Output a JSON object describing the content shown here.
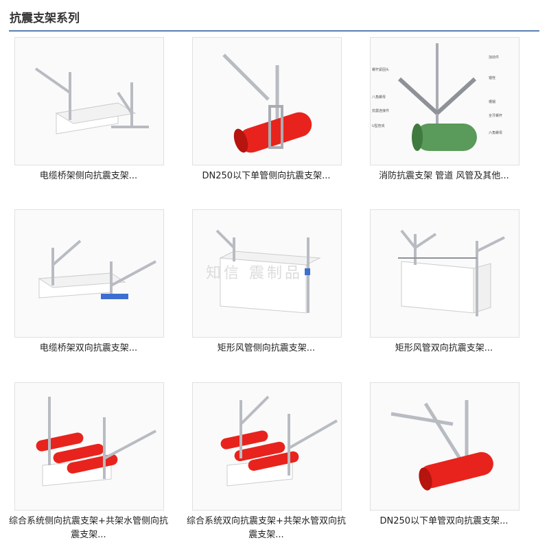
{
  "section": {
    "title": "抗震支架系列"
  },
  "watermark": "知信 震制品",
  "products": [
    {
      "caption": "电缆桥架侧向抗震支架..."
    },
    {
      "caption": "DN250以下单管侧向抗震支架..."
    },
    {
      "caption": "消防抗震支架 管道 风管及其他..."
    },
    {
      "caption": "电缆桥架双向抗震支架..."
    },
    {
      "caption": "矩形风管侧向抗震支架..."
    },
    {
      "caption": "矩形风管双向抗震支架..."
    },
    {
      "caption": "综合系统侧向抗震支架+共架水管侧向抗震支架..."
    },
    {
      "caption": "综合系统双向抗震支架+共架水管双向抗震支架..."
    },
    {
      "caption": "DN250以下单管双向抗震支架..."
    }
  ],
  "colors": {
    "pipe_red": "#e8231d",
    "pipe_green": "#5a9a5a",
    "steel": "#c9ccd0",
    "rule": "#5b7fb4"
  }
}
